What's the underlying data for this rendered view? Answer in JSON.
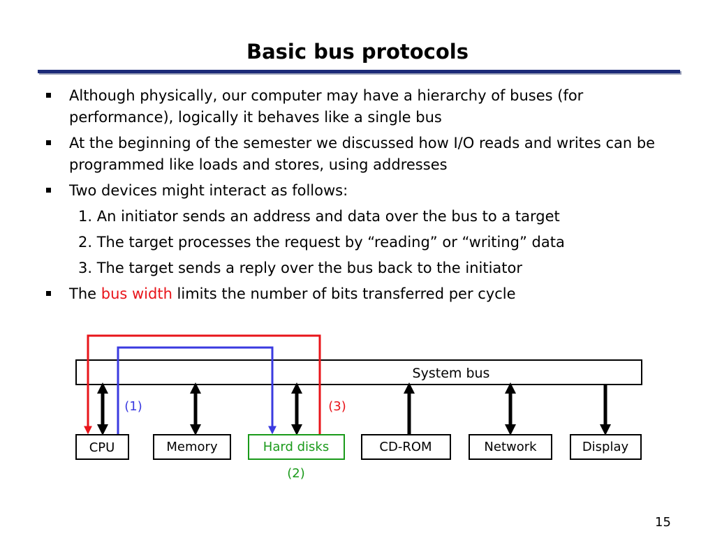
{
  "slide": {
    "title": "Basic bus protocols",
    "page_number": "15"
  },
  "bullets": [
    {
      "text": "Although physically, our computer may have a hierarchy of buses (for performance), logically it behaves like a single bus"
    },
    {
      "text": "At the beginning of the semester we discussed how I/O reads and writes can be programmed like loads and stores, using addresses"
    },
    {
      "text": "Two devices might interact as follows:"
    }
  ],
  "steps": [
    {
      "num": "1.",
      "text": "An initiator sends an address and data over the bus to a target"
    },
    {
      "num": "2.",
      "text": "The target processes the request by “reading” or “writing” data"
    },
    {
      "num": "3.",
      "text": "The target sends a reply over the bus back to the initiator"
    }
  ],
  "last_bullet": {
    "prefix": "The ",
    "highlight": "bus width",
    "suffix": " limits the number of bits transferred per cycle"
  },
  "diagram": {
    "bus_label": "System bus",
    "devices": [
      "CPU",
      "Memory",
      "Hard disks",
      "CD-ROM",
      "Network",
      "Display"
    ],
    "step_labels": {
      "one": "(1)",
      "two": "(2)",
      "three": "(3)"
    },
    "colors": {
      "blue": "#3a3ae0",
      "red": "#e8141a",
      "green": "#1a9a1a"
    }
  }
}
